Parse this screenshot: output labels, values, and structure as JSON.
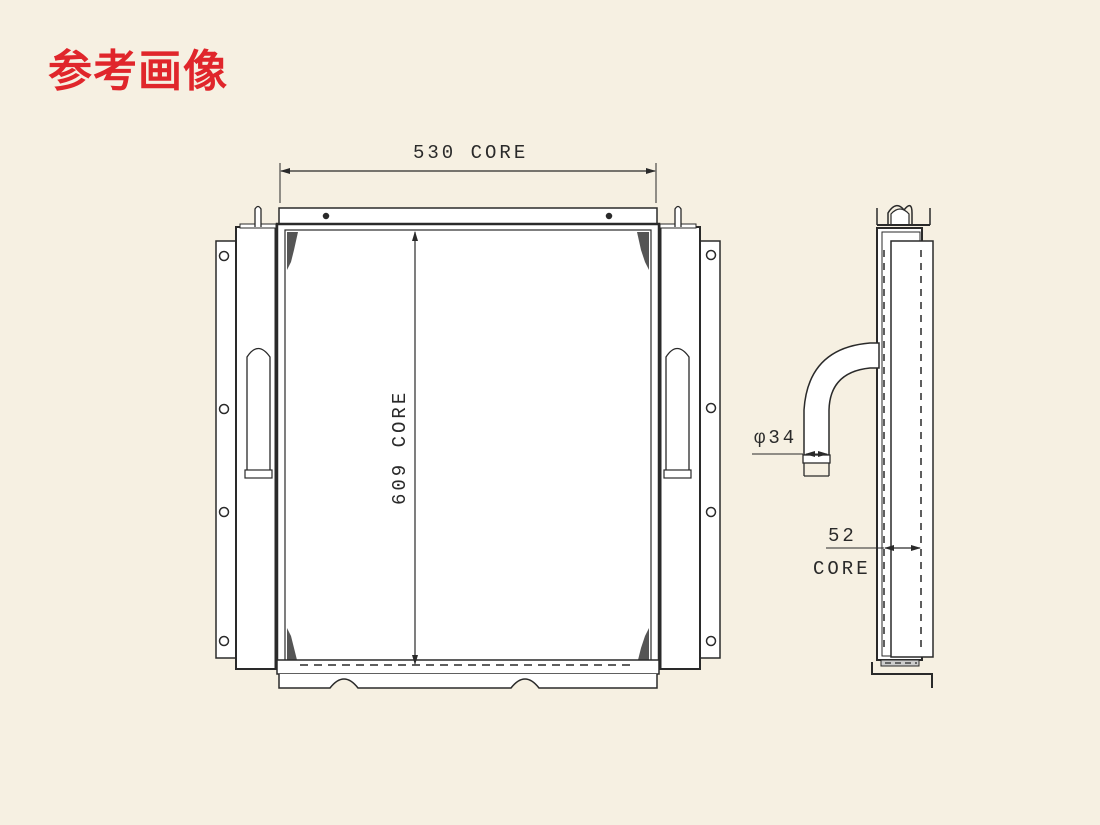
{
  "header": {
    "title": "参考画像"
  },
  "colors": {
    "background": "#f6f0e2",
    "title": "#e0262b",
    "line": "#2a2a2a",
    "fill": "#ffffff"
  },
  "drawing": {
    "subject": "radiator",
    "front_view": {
      "width_dimension": "530 CORE",
      "height_dimension": "609 CORE"
    },
    "side_view": {
      "pipe_diameter": "φ34",
      "depth_dimension_value": "52",
      "depth_dimension_label": "CORE"
    }
  }
}
